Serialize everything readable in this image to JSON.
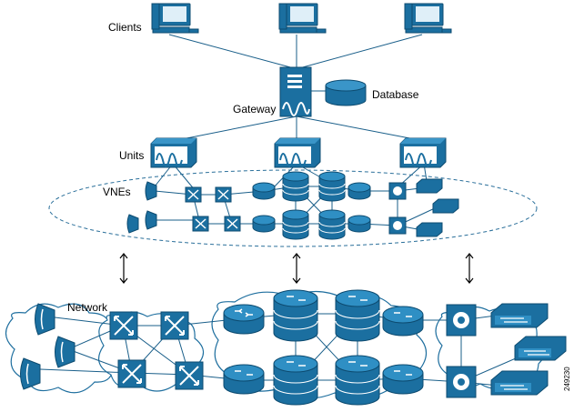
{
  "labels": {
    "clients": "Clients",
    "database": "Database",
    "gateway": "Gateway",
    "units": "Units",
    "vnes": "VNEs",
    "network": "Network",
    "figure_id": "249230"
  },
  "icons": {
    "client": "workstation-icon",
    "gateway": "server-icon",
    "database": "database-icon",
    "unit": "ccm-unit-icon",
    "router": "router-icon",
    "atm_switch": "atm-switch-icon",
    "layer3_switch": "multilayer-switch-icon",
    "workgroup_switch": "workgroup-switch-icon",
    "satellite": "dish-icon"
  },
  "colors": {
    "device": "#1b6fa0",
    "link": "#1a5f8a",
    "cloud_border": "#1f6f9f"
  }
}
